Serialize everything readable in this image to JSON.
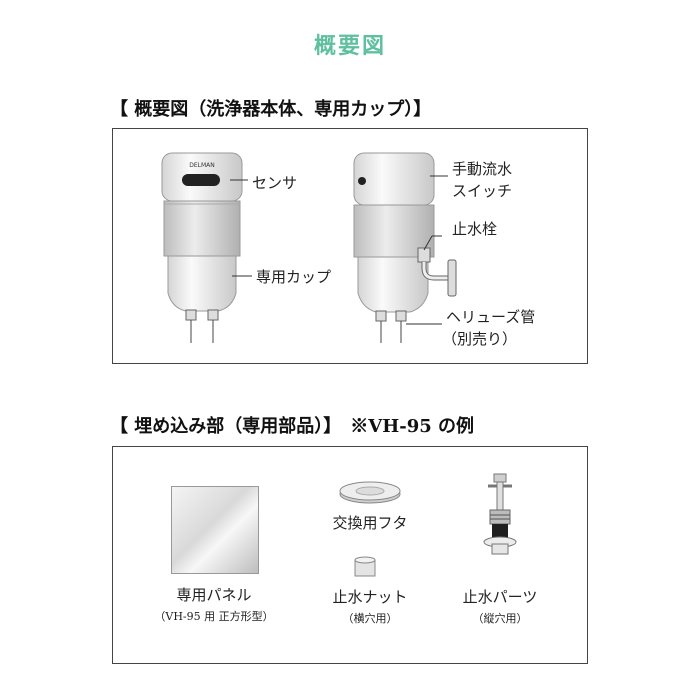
{
  "page_title": "概要図",
  "section1": {
    "heading": "【 概要図（洗浄器本体、専用カップ）】",
    "brand": "DELMAN",
    "labels": {
      "sensor": "センサ",
      "cup": "専用カップ",
      "manual_switch_line1": "手動流水",
      "manual_switch_line2": "スイッチ",
      "stop_valve": "止水栓",
      "flex_pipe": "ヘリューズ管",
      "flex_pipe_note": "（別売り）"
    }
  },
  "section2": {
    "heading": "【 埋め込み部（専用部品）】　※VH-95 の例",
    "items": {
      "panel": {
        "label": "専用パネル",
        "note": "（VH-95 用 正方形型）"
      },
      "cover": {
        "label": "交換用フタ"
      },
      "nut": {
        "label": "止水ナット",
        "note": "（横穴用）"
      },
      "parts": {
        "label": "止水パーツ",
        "note": "（縦穴用）"
      }
    }
  },
  "colors": {
    "title": "#5fc0a0",
    "frame": "#444444",
    "body_top": "#f2f2f2",
    "sensor_window": "#222222"
  }
}
